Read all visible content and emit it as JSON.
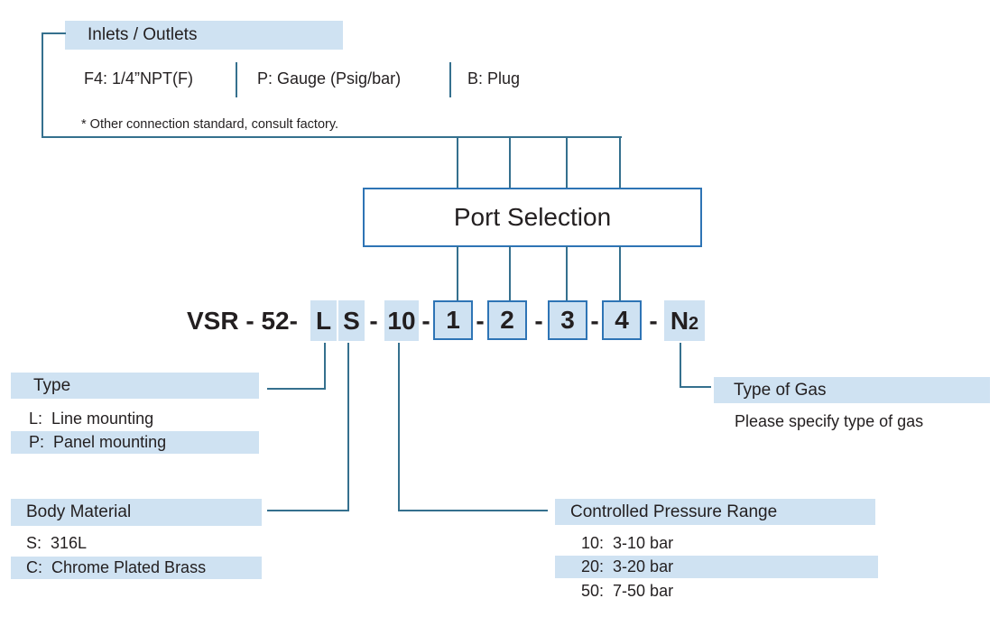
{
  "diagram": {
    "inlets_outlets": {
      "title": "Inlets / Outlets",
      "options": [
        "F4: 1/4”NPT(F)",
        "P: Gauge (Psig/bar)",
        "B: Plug"
      ],
      "note": "* Other connection standard, consult factory."
    },
    "port_selection": {
      "title": "Port Selection"
    },
    "code": {
      "prefix": "VSR - 52-",
      "type": "L",
      "material": "S",
      "separator": "-",
      "range": "10",
      "ports": [
        "1",
        "2",
        "3",
        "4"
      ],
      "gas_letter": "N",
      "gas_subscript": "2"
    },
    "type_section": {
      "title": "Type",
      "items": [
        {
          "text": "L:  Line mounting"
        },
        {
          "text": "P:  Panel mounting"
        }
      ]
    },
    "body_material": {
      "title": "Body Material",
      "items": [
        {
          "text": "S:  316L"
        },
        {
          "text": "C:  Chrome Plated Brass"
        }
      ]
    },
    "type_of_gas": {
      "title": "Type of Gas",
      "note": "Please specify type of gas"
    },
    "pressure_range": {
      "title": "Controlled Pressure Range",
      "items": [
        {
          "text": "10:  3-10 bar"
        },
        {
          "text": "20:  3-20 bar"
        },
        {
          "text": "50:  7-50 bar"
        }
      ]
    },
    "colors": {
      "highlight": "#cfe2f2",
      "line": "#35708e",
      "box_border": "#2e74b5"
    }
  }
}
